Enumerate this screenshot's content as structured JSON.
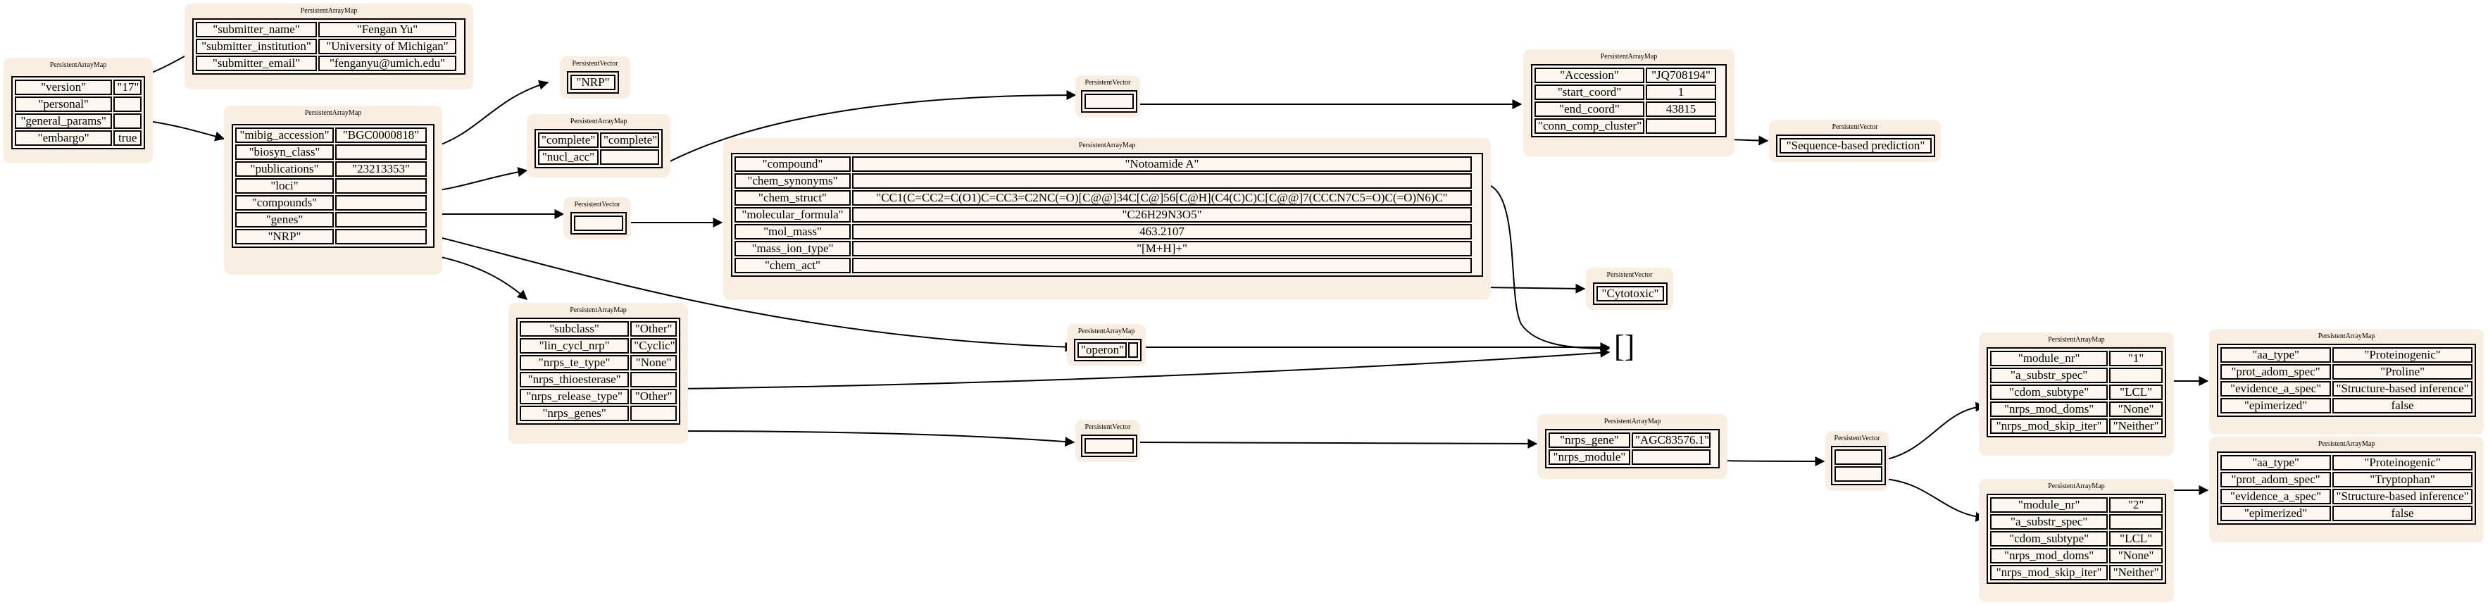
{
  "title_label": "PersistentArrayMap",
  "vector_label": "PersistentVector",
  "empty_vector": "[]",
  "root": {
    "rows": [
      [
        "\"version\"",
        "\"17\""
      ],
      [
        "\"personal\"",
        ""
      ],
      [
        "\"general_params\"",
        ""
      ],
      [
        "\"embargo\"",
        "true"
      ]
    ]
  },
  "personal": {
    "rows": [
      [
        "\"submitter_name\"",
        "\"Fengan Yu\""
      ],
      [
        "\"submitter_institution\"",
        "\"University of Michigan\""
      ],
      [
        "\"submitter_email\"",
        "\"fenganyu@umich.edu\""
      ]
    ]
  },
  "general_params": {
    "rows": [
      [
        "\"mibig_accession\"",
        "\"BGC0000818\""
      ],
      [
        "\"biosyn_class\"",
        ""
      ],
      [
        "\"publications\"",
        "\"23213353\""
      ],
      [
        "\"loci\"",
        ""
      ],
      [
        "\"compounds\"",
        ""
      ],
      [
        "\"genes\"",
        ""
      ],
      [
        "\"NRP\"",
        ""
      ]
    ]
  },
  "biosyn_class_vector": {
    "cells": [
      "\"NRP\""
    ]
  },
  "loci": {
    "rows": [
      [
        "\"complete\"",
        "\"complete\""
      ],
      [
        "\"nucl_acc\"",
        ""
      ]
    ]
  },
  "compounds_vector": {
    "cells": [
      ""
    ]
  },
  "nucl_acc_vector": {
    "cells": [
      ""
    ]
  },
  "nucl_acc_entry": {
    "rows": [
      [
        "\"Accession\"",
        "\"JQ708194\""
      ],
      [
        "\"start_coord\"",
        "1"
      ],
      [
        "\"end_coord\"",
        "43815"
      ],
      [
        "\"conn_comp_cluster\"",
        ""
      ]
    ]
  },
  "conn_comp_vector": {
    "cells": [
      "\"Sequence-based prediction\""
    ]
  },
  "compound": {
    "rows": [
      [
        "\"compound\"",
        "\"Notoamide A\""
      ],
      [
        "\"chem_synonyms\"",
        ""
      ],
      [
        "\"chem_struct\"",
        "\"CC1(C=CC2=C(O1)C=CC3=C2NC(=O)[C@@]34C[C@]56[C@H](C4(C)C)C[C@@]7(CCCN7C5=O)C(=O)N6)C\""
      ],
      [
        "\"molecular_formula\"",
        "\"C26H29N3O5\""
      ],
      [
        "\"mol_mass\"",
        "463.2107"
      ],
      [
        "\"mass_ion_type\"",
        "\"[M+H]+\""
      ],
      [
        "\"chem_act\"",
        ""
      ]
    ]
  },
  "chem_act_vector": {
    "cells": [
      "\"Cytotoxic\""
    ]
  },
  "genes": {
    "rows": [
      [
        "\"operon\"",
        ""
      ]
    ]
  },
  "nrp": {
    "rows": [
      [
        "\"subclass\"",
        "\"Other\""
      ],
      [
        "\"lin_cycl_nrp\"",
        "\"Cyclic\""
      ],
      [
        "\"nrps_te_type\"",
        "\"None\""
      ],
      [
        "\"nrps_thioesterase\"",
        ""
      ],
      [
        "\"nrps_release_type\"",
        "\"Other\""
      ],
      [
        "\"nrps_genes\"",
        ""
      ]
    ]
  },
  "nrps_genes_vector": {
    "cells": [
      ""
    ]
  },
  "nrps_gene_entry": {
    "rows": [
      [
        "\"nrps_gene\"",
        "\"AGC83576.1\""
      ],
      [
        "\"nrps_module\"",
        ""
      ]
    ]
  },
  "modules_vector": {
    "cells": [
      "",
      ""
    ]
  },
  "module1": {
    "rows": [
      [
        "\"module_nr\"",
        "\"1\""
      ],
      [
        "\"a_substr_spec\"",
        ""
      ],
      [
        "\"cdom_subtype\"",
        "\"LCL\""
      ],
      [
        "\"nrps_mod_doms\"",
        "\"None\""
      ],
      [
        "\"nrps_mod_skip_iter\"",
        "\"Neither\""
      ]
    ]
  },
  "module1_spec": {
    "rows": [
      [
        "\"aa_type\"",
        "\"Proteinogenic\""
      ],
      [
        "\"prot_adom_spec\"",
        "\"Proline\""
      ],
      [
        "\"evidence_a_spec\"",
        "\"Structure-based inference\""
      ],
      [
        "\"epimerized\"",
        "false"
      ]
    ]
  },
  "module2": {
    "rows": [
      [
        "\"module_nr\"",
        "\"2\""
      ],
      [
        "\"a_substr_spec\"",
        ""
      ],
      [
        "\"cdom_subtype\"",
        "\"LCL\""
      ],
      [
        "\"nrps_mod_doms\"",
        "\"None\""
      ],
      [
        "\"nrps_mod_skip_iter\"",
        "\"Neither\""
      ]
    ]
  },
  "module2_spec": {
    "rows": [
      [
        "\"aa_type\"",
        "\"Proteinogenic\""
      ],
      [
        "\"prot_adom_spec\"",
        "\"Tryptophan\""
      ],
      [
        "\"evidence_a_spec\"",
        "\"Structure-based inference\""
      ],
      [
        "\"epimerized\"",
        "false"
      ]
    ]
  }
}
